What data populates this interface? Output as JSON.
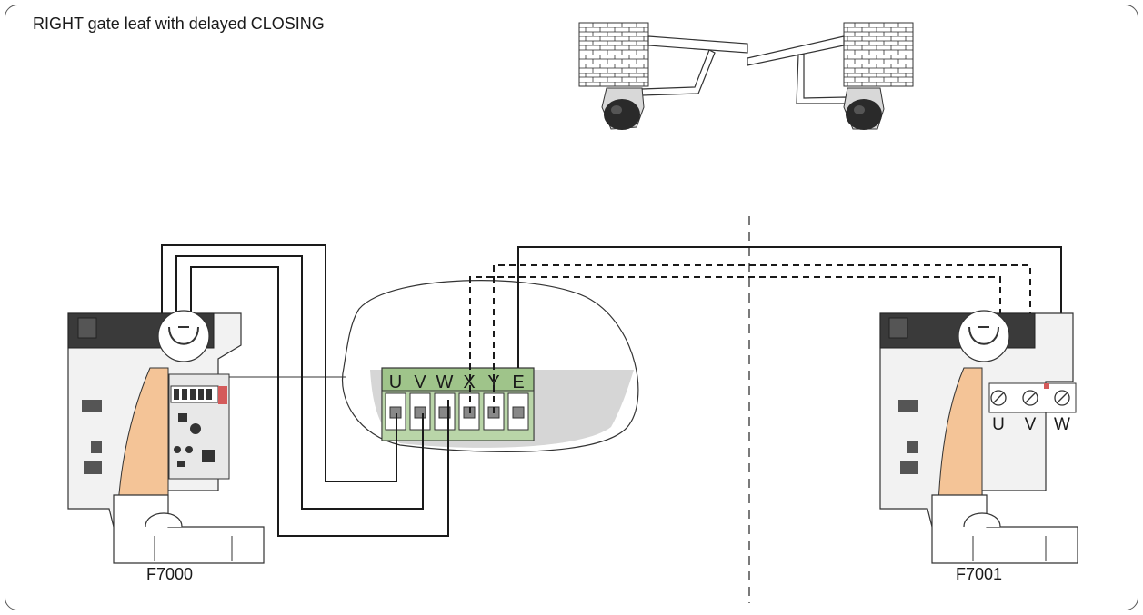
{
  "title": "RIGHT gate leaf with delayed CLOSING",
  "terminal_block": {
    "labels": [
      "U",
      "V",
      "W",
      "X",
      "Y",
      "E"
    ]
  },
  "motor_left": {
    "model": "F7000"
  },
  "motor_right": {
    "model": "F7001",
    "terminal_labels": [
      "U",
      "V",
      "W"
    ]
  },
  "colors": {
    "terminal_green": "#9fc48a",
    "bracket_orange": "#f4c497",
    "motor_dark": "#3a3a3a",
    "wire": "#1a1a1a"
  },
  "icons": {
    "wall": "brick-wall-icon",
    "gate_leaf": "gate-leaf-icon"
  }
}
